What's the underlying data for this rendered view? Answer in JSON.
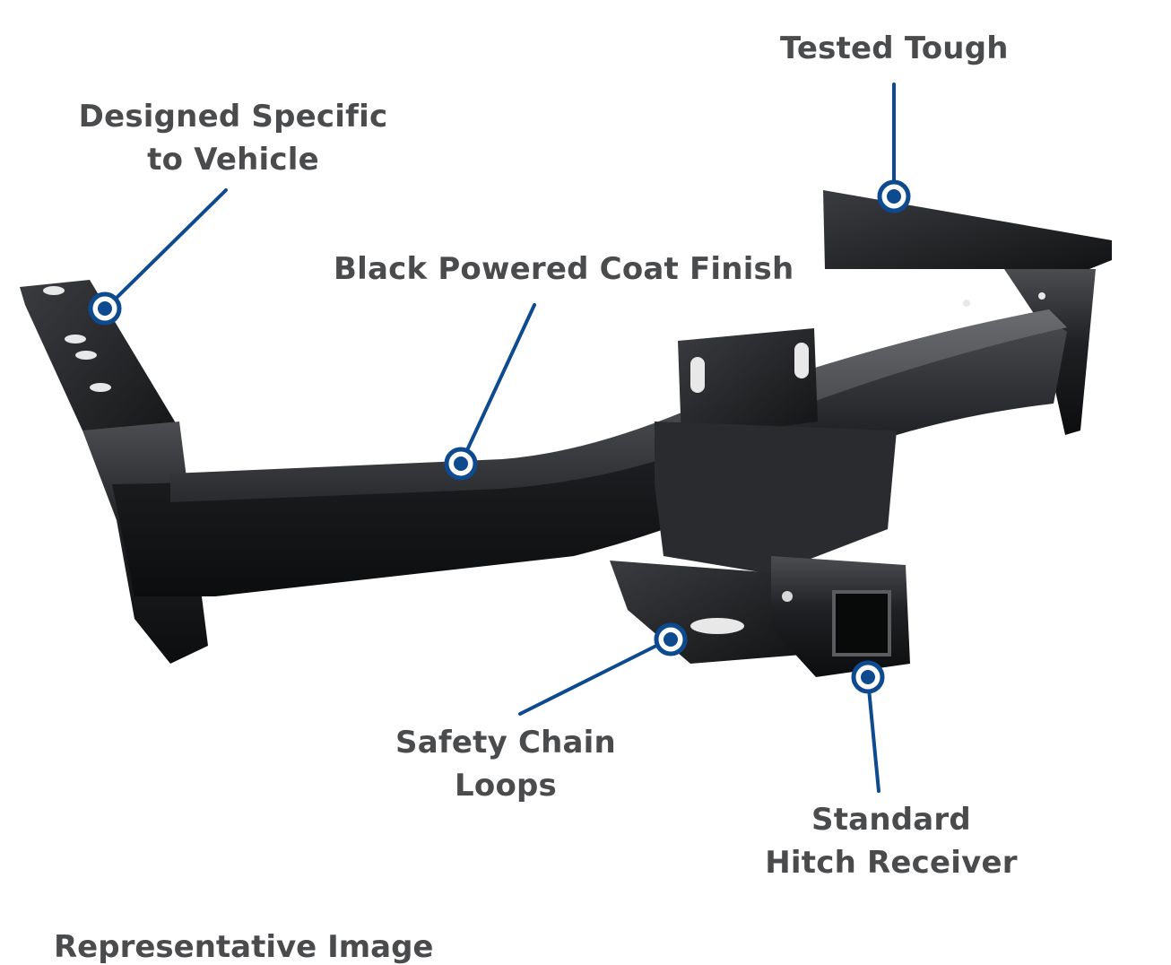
{
  "callouts": {
    "tested_tough": "Tested Tough",
    "designed_line1": "Designed Specific",
    "designed_line2": "to Vehicle",
    "finish": "Black Powered Coat Finish",
    "safety_line1": "Safety Chain",
    "safety_line2": "Loops",
    "receiver_line1": "Standard",
    "receiver_line2": "Hitch Receiver"
  },
  "caption": "Representative Image",
  "colors": {
    "label_text": "#4a4b4d",
    "callout_blue": "#0d4a8f",
    "hitch_black": "#1b1c1e",
    "background": "#ffffff"
  }
}
